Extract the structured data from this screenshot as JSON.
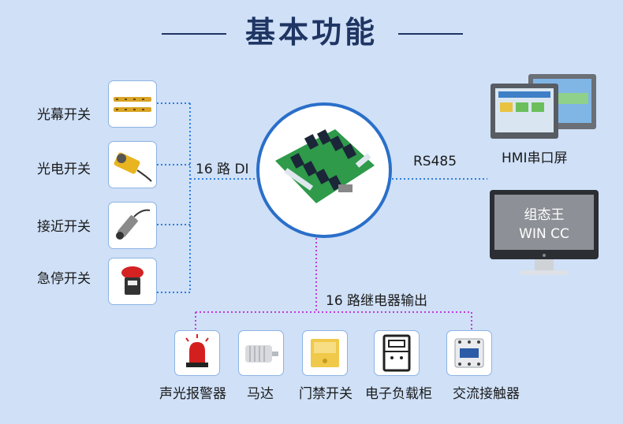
{
  "title": "基本功能",
  "inputs": {
    "label": "16 路 DI",
    "items": [
      {
        "label": "光幕开关",
        "icon": "light-curtain-icon"
      },
      {
        "label": "光电开关",
        "icon": "photoelectric-sensor-icon"
      },
      {
        "label": "接近开关",
        "icon": "proximity-switch-icon"
      },
      {
        "label": "急停开关",
        "icon": "emergency-stop-icon"
      }
    ]
  },
  "comm": {
    "label": "RS485",
    "hmi_label": "HMI串口屏",
    "monitor_line1": "组态王",
    "monitor_line2": "WIN CC"
  },
  "outputs": {
    "label": "16 路继电器输出",
    "items": [
      {
        "label": "声光报警器",
        "icon": "alarm-light-icon"
      },
      {
        "label": "马达",
        "icon": "motor-icon"
      },
      {
        "label": "门禁开关",
        "icon": "door-access-icon"
      },
      {
        "label": "电子负载柜",
        "icon": "electronic-load-cabinet-icon"
      },
      {
        "label": "交流接触器",
        "icon": "ac-contactor-icon"
      }
    ]
  },
  "colors": {
    "blue_line": "#2f7de1",
    "pink_line": "#c23bd4",
    "title": "#1f3563"
  }
}
